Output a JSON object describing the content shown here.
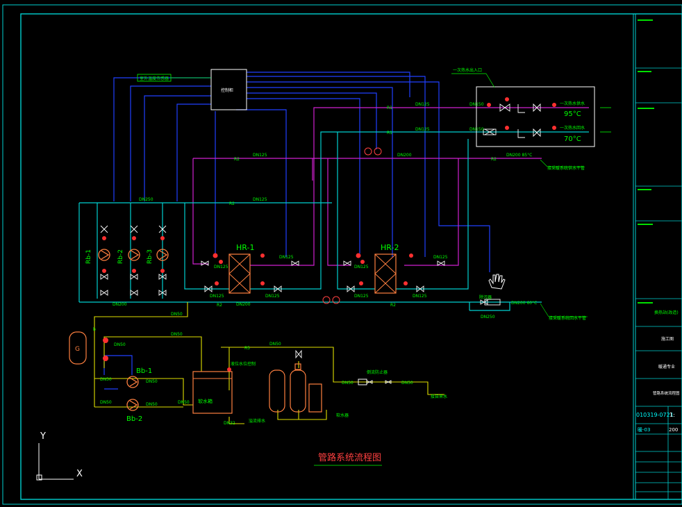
{
  "drawing": {
    "title": "管路系统流程图",
    "controller": "控制柜",
    "outdoor_sensor": "室外温度传感器",
    "primary_box_label": "一次热水出入口",
    "primary_supply": "一次热水供水",
    "primary_return": "一次热水回水",
    "temp_95": "95°C",
    "temp_70": "70°C",
    "secondary_supply_main": "接采暖系统供水干管",
    "secondary_return_main": "接采暖系统回水干管",
    "heat_exchangers": [
      "HR-1",
      "HR-2"
    ],
    "circ_pumps": [
      "Rb-1",
      "Rb-2",
      "Rb-3"
    ],
    "makeup_pumps": [
      "Bb-1",
      "Bb-2"
    ],
    "expansion_tank": "G",
    "water_tank": "软水箱",
    "tap_water": "接自来水",
    "drain": "排水",
    "overflow": "溢流排水",
    "level_note": "液位水位控制",
    "backflow": "倒流防止器",
    "softener": "软水器",
    "dirt_sep": "除污器",
    "pipe_sizes": {
      "dn125": "DN125",
      "dn200": "DN200",
      "dn250": "DN250",
      "dn150": "DN150",
      "dn50": "DN50",
      "dn32": "DN32",
      "dn200_60": "DN200 60°C",
      "dn200_85": "DN200 85°C"
    },
    "pipe_tags": {
      "r1": "R1",
      "r2": "R2",
      "r5": "R5",
      "b": "b"
    }
  },
  "title_block": {
    "rows": [
      "",
      "",
      "",
      "",
      "",
      "",
      "",
      "换热站(改造)",
      "施工图",
      "暖通专业",
      "管路系统流程图"
    ],
    "drawing_no": "010319-0721",
    "sheet": "暖-03",
    "scale_hint": "1:",
    "year": "200"
  },
  "axis": {
    "y": "Y",
    "x": "X"
  }
}
